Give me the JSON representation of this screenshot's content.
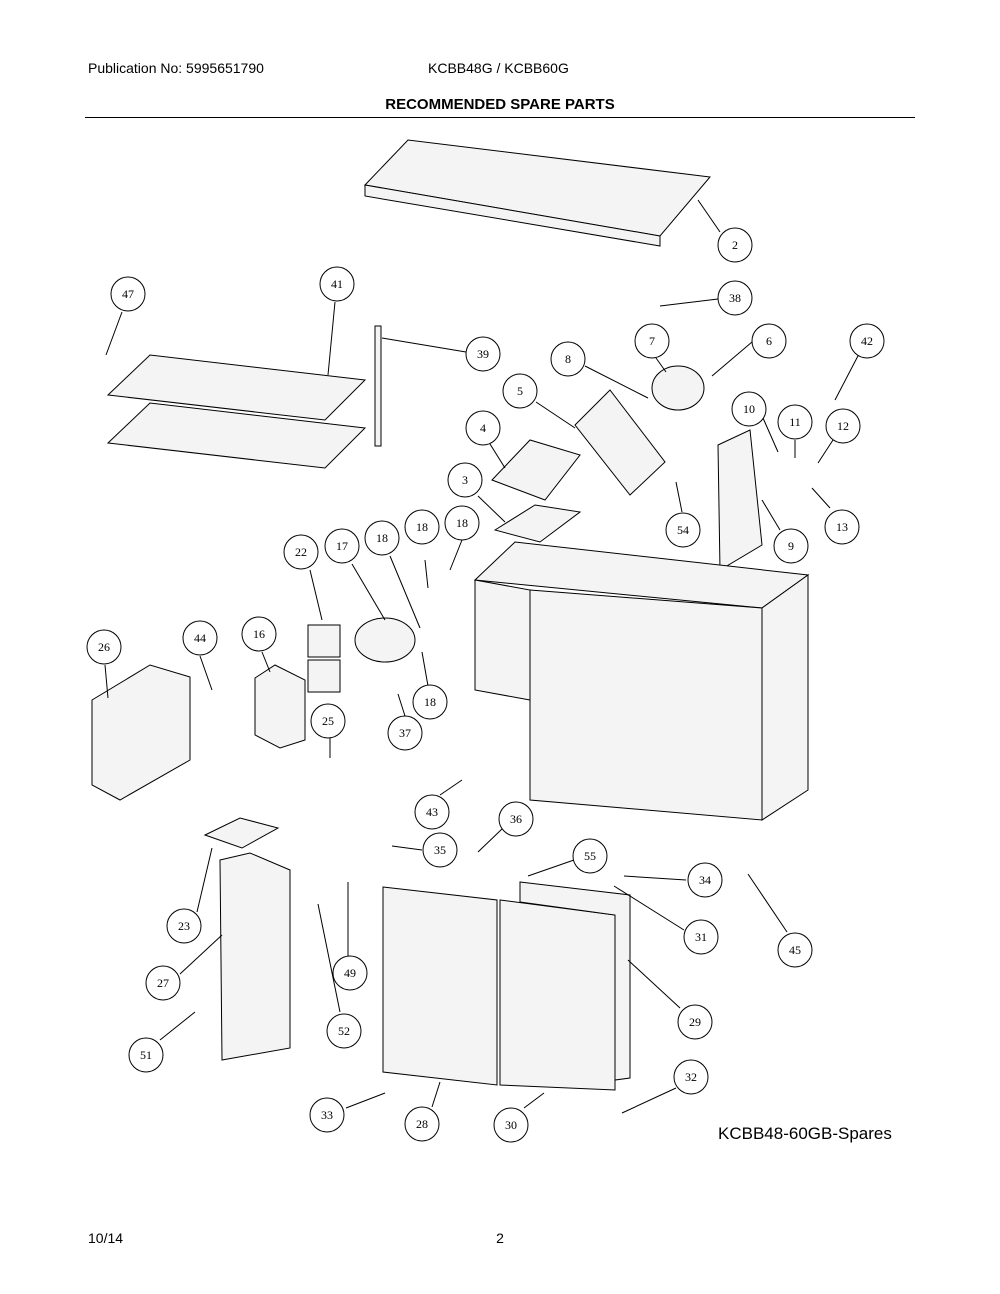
{
  "header": {
    "publication": "Publication No: 5995651790",
    "models": "KCBB48G / KCBB60G",
    "title": "RECOMMENDED SPARE PARTS"
  },
  "diagram": {
    "reference": "KCBB48-60GB-Spares",
    "callouts": [
      {
        "label": "2"
      },
      {
        "label": "38"
      },
      {
        "label": "47"
      },
      {
        "label": "41"
      },
      {
        "label": "39"
      },
      {
        "label": "8"
      },
      {
        "label": "7"
      },
      {
        "label": "6"
      },
      {
        "label": "42"
      },
      {
        "label": "5"
      },
      {
        "label": "10"
      },
      {
        "label": "11"
      },
      {
        "label": "12"
      },
      {
        "label": "4"
      },
      {
        "label": "3"
      },
      {
        "label": "13"
      },
      {
        "label": "54"
      },
      {
        "label": "9"
      },
      {
        "label": "18"
      },
      {
        "label": "18"
      },
      {
        "label": "18"
      },
      {
        "label": "17"
      },
      {
        "label": "22"
      },
      {
        "label": "16"
      },
      {
        "label": "44"
      },
      {
        "label": "26"
      },
      {
        "label": "18"
      },
      {
        "label": "25"
      },
      {
        "label": "37"
      },
      {
        "label": "43"
      },
      {
        "label": "36"
      },
      {
        "label": "35"
      },
      {
        "label": "55"
      },
      {
        "label": "34"
      },
      {
        "label": "31"
      },
      {
        "label": "45"
      },
      {
        "label": "23"
      },
      {
        "label": "27"
      },
      {
        "label": "49"
      },
      {
        "label": "51"
      },
      {
        "label": "52"
      },
      {
        "label": "29"
      },
      {
        "label": "32"
      },
      {
        "label": "33"
      },
      {
        "label": "28"
      },
      {
        "label": "30"
      }
    ]
  },
  "footer": {
    "date": "10/14",
    "page": "2"
  }
}
